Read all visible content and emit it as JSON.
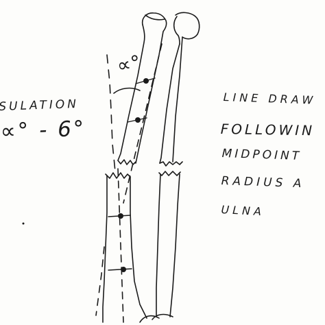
{
  "left_text": {
    "line1": "SULATION",
    "line2": "∝° - 6°"
  },
  "right_text": {
    "line1": "LINE DRAW",
    "line2": "FOLLOWIN",
    "line3": "MIDPOINT",
    "line4": "RADIUS A",
    "line5": "ULNA"
  },
  "angle_label": "∝°",
  "colors": {
    "ink": "#1a1a1a",
    "paper": "#fdfdfb"
  }
}
